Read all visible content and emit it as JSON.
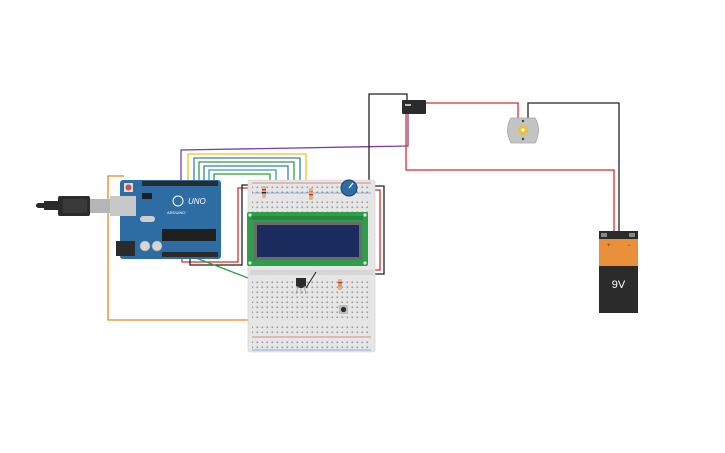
{
  "circuit": {
    "arduino": {
      "brand": "ARDUINO",
      "model": "UNO"
    },
    "battery": {
      "label": "9V",
      "plus": "+",
      "minus": "−"
    },
    "colors": {
      "wire_red": "#d32f2f",
      "wire_black": "#222222",
      "wire_orange": "#e08a1e",
      "wire_green": "#2e9e3f",
      "wire_purple": "#7b3fa0",
      "wire_yellow": "#e6c619",
      "wire_blue": "#3a78c8",
      "board_blue": "#2e6ca4",
      "lcd_green": "#2f9e4a",
      "lcd_screen": "#1c2b5e",
      "breadboard": "#e6e6e6",
      "battery_orange": "#e9913a",
      "battery_black": "#2b2b2b"
    },
    "icons": [
      "usb-cable-icon",
      "motor-icon",
      "relay-icon",
      "potentiometer-icon",
      "pushbutton-icon",
      "temperature-sensor-icon",
      "resistor-icon"
    ]
  }
}
